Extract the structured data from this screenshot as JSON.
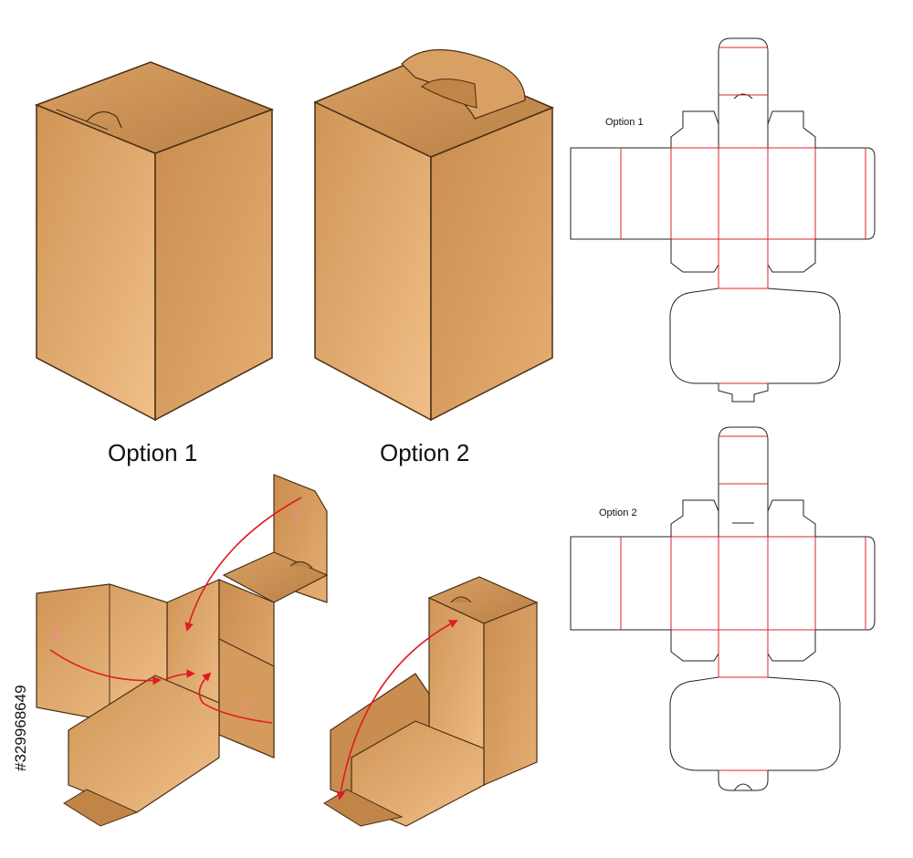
{
  "captions": {
    "box1": "Option 1",
    "box2": "Option 2",
    "dieline1": "Option 1",
    "dieline2": "Option 2"
  },
  "steps": [
    "1",
    "2",
    "3"
  ],
  "stock_id": "#329968649",
  "colors": {
    "kraft_light": "#e9b47c",
    "kraft_mid": "#cf9658",
    "kraft_dark": "#b77e45",
    "outline": "#4a2e14",
    "cut_line": "#222222",
    "fold_line": "#e0202a",
    "arrow": "#e01b24",
    "step_number": "#f08a8a"
  }
}
